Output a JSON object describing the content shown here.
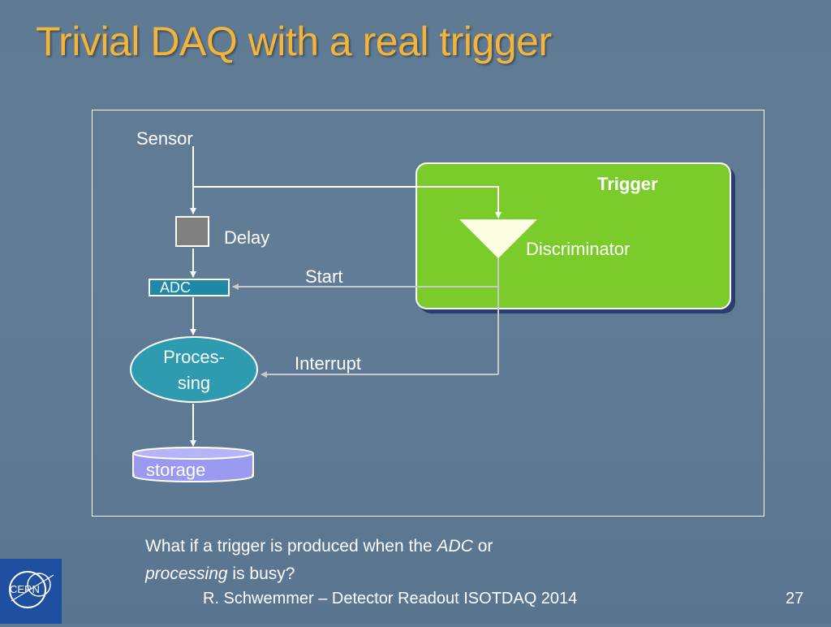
{
  "slide": {
    "title": "Trivial DAQ with a real trigger",
    "footer": "R. Schwemmer – Detector Readout ISOTDAQ 2014",
    "page_number": "27",
    "logo_text": "CERN"
  },
  "diagram": {
    "sensor_label": "Sensor",
    "delay_label": "Delay",
    "adc_label": "ADC",
    "processing_line1": "Proces-",
    "processing_line2": "sing",
    "storage_label": "storage",
    "trigger_title": "Trigger",
    "discriminator_label": "Discriminator",
    "start_label": "Start",
    "interrupt_label": "Interrupt"
  },
  "caption": {
    "part1": "What if a trigger is produced when the ",
    "adc_italic": "ADC",
    "part2": " or",
    "processing_italic": "processing",
    "part3": " is busy?"
  },
  "colors": {
    "title": "#f4b43a",
    "trigger_box": "#7bcc2b",
    "adc": "#1e88a8",
    "processing": "#2f9bb0",
    "storage": "#9a9af0",
    "wire": "#c8c8c8"
  }
}
